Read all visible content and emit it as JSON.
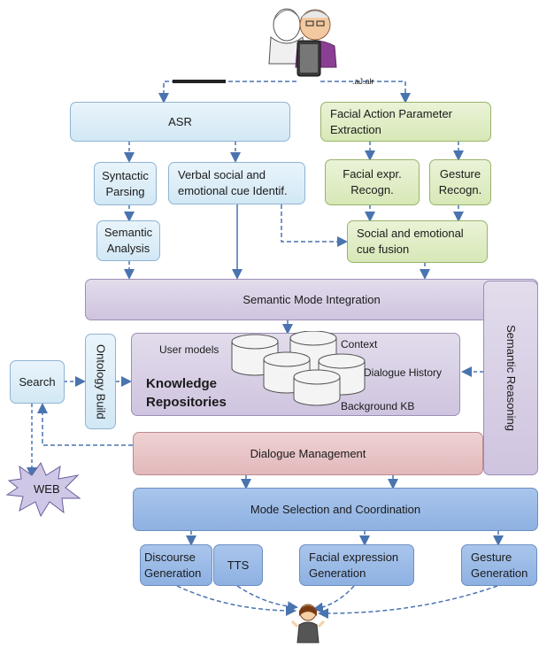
{
  "top_labels": {
    "left_scribble": "",
    "right_scribble": ".aJ.alr"
  },
  "nodes": {
    "asr": "ASR",
    "fap": "Facial Action Parameter Extraction",
    "syntactic": "Syntactic Parsing",
    "verbal_cue": "Verbal social and emotional cue Identif.",
    "facial_expr_recogn": "Facial expr. Recogn.",
    "gesture_recogn": "Gesture Recogn.",
    "semantic_analysis": "Semantic Analysis",
    "cue_fusion": "Social and emotional cue fusion",
    "semantic_mode_integration": "Semantic Mode Integration",
    "semantic_reasoning": "Semantic Reasoning",
    "search": "Search",
    "ontology_build": "Ontology Build",
    "dialogue_management": "Dialogue Management",
    "web": "WEB",
    "mode_selection": "Mode Selection and Coordination",
    "discourse_generation": "Discourse Generation",
    "tts": "TTS",
    "facial_expression_generation": "Facial expression Generation",
    "gesture_generation": "Gesture Generation"
  },
  "knowledge": {
    "title_line1": "Knowledge",
    "title_line2": "Repositories",
    "user_models": "User models",
    "context": "Context",
    "dialogue_history": "Dialogue History",
    "background_kb": "Background KB"
  },
  "colors": {
    "blue_box": "#d8ebf7",
    "green_box": "#dcebbf",
    "purple_box": "#d4cae3",
    "pink_box": "#e6bfc1",
    "dark_blue_box": "#94b6e6",
    "arrow": "#4a74b0"
  }
}
